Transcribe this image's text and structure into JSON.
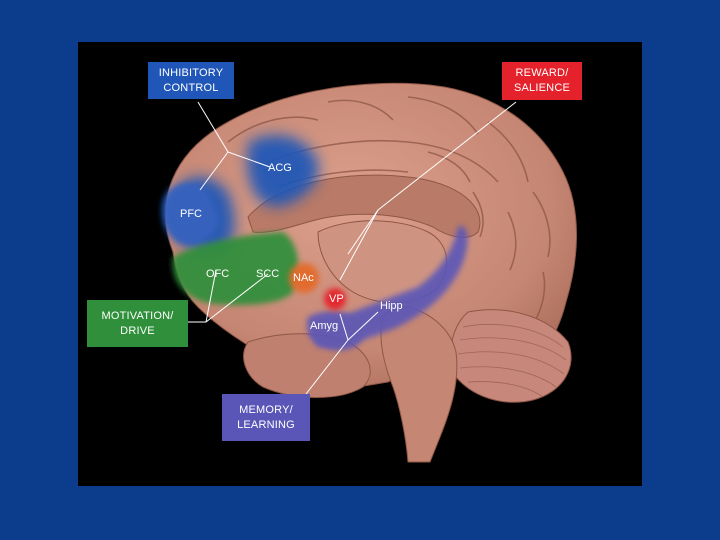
{
  "colors": {
    "slide_background": "#0b3d8c",
    "panel_background": "#000000",
    "inhibitory": "#1f56b8",
    "reward": "#e5212b",
    "motivation": "#2f8f3a",
    "memory": "#5a56b8",
    "brain": "#c98b79"
  },
  "categories": {
    "inhibitory": "INHIBITORY\nCONTROL",
    "reward": "REWARD/\nSALIENCE",
    "motivation": "MOTIVATION/\nDRIVE",
    "memory": "MEMORY/\nLEARNING"
  },
  "regions": {
    "acg": "ACG",
    "pfc": "PFC",
    "ofc": "OFC",
    "scc": "SCC",
    "nac": "NAc",
    "vp": "VP",
    "amyg": "Amyg",
    "hipp": "Hipp"
  }
}
